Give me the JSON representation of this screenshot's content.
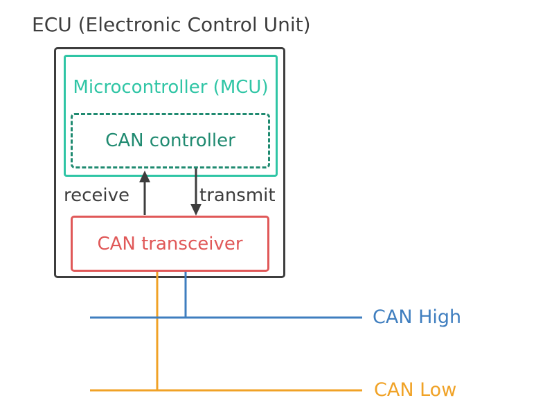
{
  "colors": {
    "bg": "#ffffff",
    "ink": "#3d3d3d",
    "teal": "#2fc5a5",
    "green": "#1f8a70",
    "red": "#e05858",
    "blue": "#3f7ebf",
    "orange": "#f0a226"
  },
  "diagram": {
    "title": "ECU (Electronic Control Unit)",
    "mcu": {
      "label": "Microcontroller (MCU)"
    },
    "can_controller": {
      "label": "CAN controller"
    },
    "can_transceiver": {
      "label": "CAN transceiver"
    },
    "signals": {
      "receive": "receive",
      "transmit": "transmit"
    },
    "bus": {
      "can_high": "CAN High",
      "can_low": "CAN Low"
    }
  }
}
